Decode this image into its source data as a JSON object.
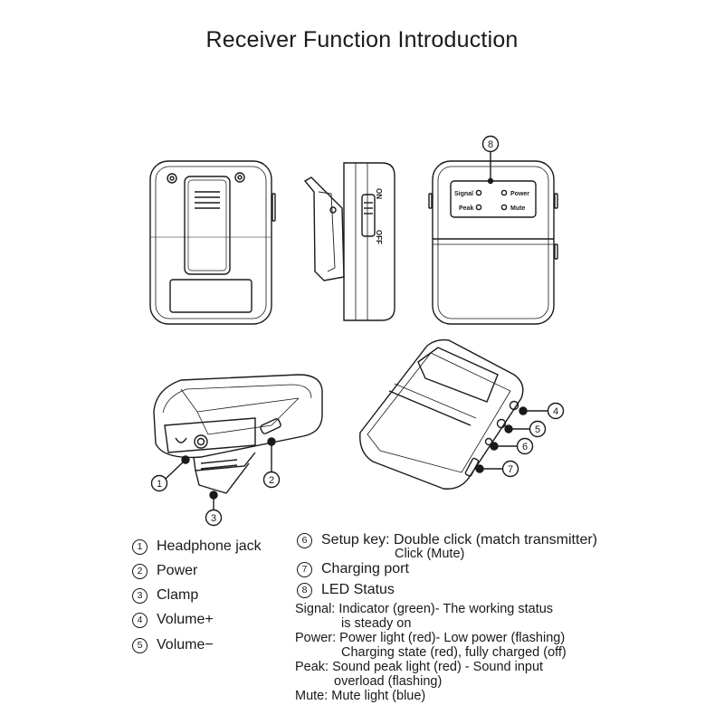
{
  "title": "Receiver Function Introduction",
  "device": {
    "switch_on": "ON",
    "switch_off": "OFF",
    "led_labels": [
      "Signal",
      "Power",
      "Peak",
      "Mute"
    ]
  },
  "callouts": [
    "1",
    "2",
    "3",
    "4",
    "5",
    "6",
    "7",
    "8"
  ],
  "legend": [
    {
      "num": "1",
      "label": "Headphone jack"
    },
    {
      "num": "2",
      "label": "Power"
    },
    {
      "num": "3",
      "label": "Clamp"
    },
    {
      "num": "4",
      "label": "Volume+"
    },
    {
      "num": "5",
      "label": "Volume−"
    },
    {
      "num": "6",
      "label": "Setup key: Double click (match transmitter)",
      "label2": "Click (Mute)"
    },
    {
      "num": "7",
      "label": "Charging port"
    },
    {
      "num": "8",
      "label": "LED Status"
    }
  ],
  "led_status": [
    {
      "line1": "Signal: Indicator (green)- The working status",
      "line2": "is steady on"
    },
    {
      "line1": "Power: Power light (red)- Low power (flashing)",
      "line2": "Charging state (red), fully charged (off)"
    },
    {
      "line1": "Peak: Sound peak light (red) - Sound input",
      "line2": "overload (flashing)"
    },
    {
      "line1": "Mute: Mute light (blue)"
    }
  ]
}
